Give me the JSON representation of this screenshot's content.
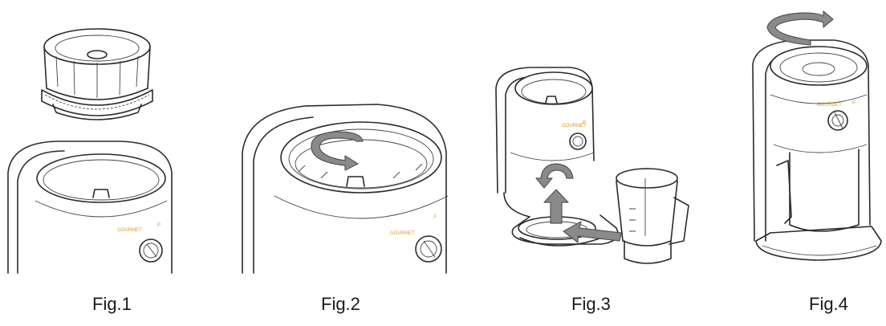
{
  "figures": [
    {
      "caption": "Fig.1",
      "panel_label_1": "GOURMET",
      "panel_label_2": "P"
    },
    {
      "caption": "Fig.2",
      "panel_label_1": "GOURMET",
      "panel_label_2": "P"
    },
    {
      "caption": "Fig.3",
      "panel_label_1": "GOURMET",
      "panel_label_2": "P"
    },
    {
      "caption": "Fig.4",
      "panel_label_1": "GOURMET",
      "panel_label_2": "P"
    }
  ],
  "colors": {
    "line": "#2a2a2a",
    "arrow": "#8a8a8a",
    "label": "#d99a2b"
  }
}
